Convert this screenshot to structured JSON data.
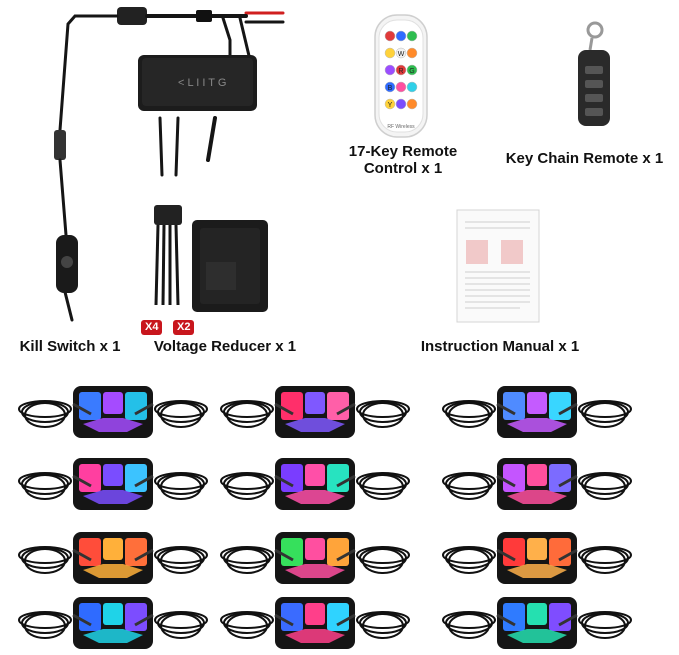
{
  "labels": {
    "remote17": "17-Key Remote\nControl x 1",
    "keychain": "Key Chain Remote x 1",
    "kill_switch": "Kill Switch x 1",
    "voltage": "Voltage Reducer x 1",
    "manual": "Instruction Manual x 1"
  },
  "badges": {
    "x4": "X4",
    "x2": "X2"
  },
  "remote_keys": [
    "",
    "",
    "",
    "",
    "W",
    "",
    "",
    "R",
    "G",
    "B",
    "",
    "",
    "Y",
    "",
    ""
  ],
  "remote_footer": "RF Wireless",
  "colors": {
    "badge": "#c8161d",
    "wire": "#151515",
    "red_wire": "#d01f1f"
  },
  "pods": [
    {
      "row": 0,
      "col": 0,
      "c1": "#3a7bff",
      "c2": "#a54bff",
      "c3": "#24c0e8"
    },
    {
      "row": 0,
      "col": 1,
      "c1": "#ff2f6a",
      "c2": "#7f58ff",
      "c3": "#ff5fa8"
    },
    {
      "row": 0,
      "col": 2,
      "c1": "#4f8bff",
      "c2": "#c45bff",
      "c3": "#39d6ff"
    },
    {
      "row": 1,
      "col": 0,
      "c1": "#ff3fa0",
      "c2": "#7a4dff",
      "c3": "#3cc3ff"
    },
    {
      "row": 1,
      "col": 1,
      "c1": "#7a3dff",
      "c2": "#ff4fa8",
      "c3": "#27e3c0"
    },
    {
      "row": 1,
      "col": 2,
      "c1": "#c455ff",
      "c2": "#ff4f9e",
      "c3": "#7c6bff"
    },
    {
      "row": 2,
      "col": 0,
      "c1": "#ff4d3a",
      "c2": "#ffb03a",
      "c3": "#ff6f3a"
    },
    {
      "row": 2,
      "col": 1,
      "c1": "#36e05c",
      "c2": "#ff4fa0",
      "c3": "#ffa43a"
    },
    {
      "row": 2,
      "col": 2,
      "c1": "#ff3a3a",
      "c2": "#ffb04a",
      "c3": "#ff6b3a"
    },
    {
      "row": 3,
      "col": 0,
      "c1": "#2f6bff",
      "c2": "#1fd3e8",
      "c3": "#7c4dff"
    },
    {
      "row": 3,
      "col": 1,
      "c1": "#3a6bff",
      "c2": "#ff3f8a",
      "c3": "#2fd3ff"
    },
    {
      "row": 3,
      "col": 2,
      "c1": "#2f7bff",
      "c2": "#25e0b0",
      "c3": "#7f4dff"
    }
  ]
}
